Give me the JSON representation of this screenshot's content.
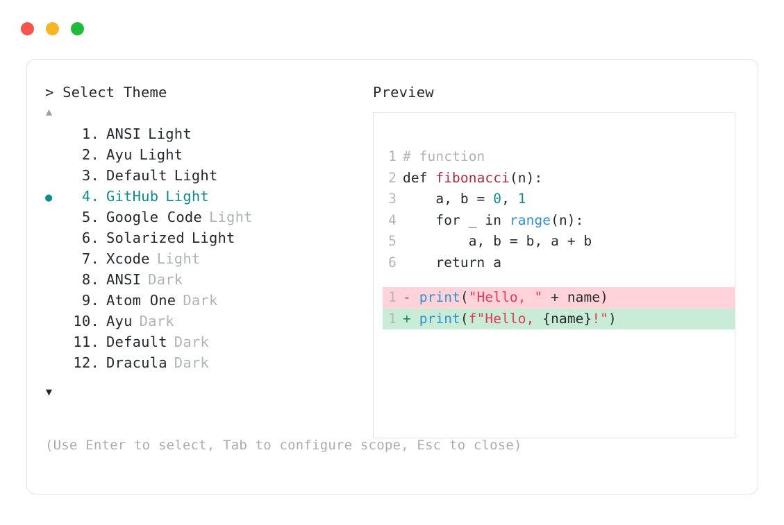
{
  "window": {
    "traffic_lights": [
      {
        "name": "close",
        "color": "#f4564f"
      },
      {
        "name": "minimize",
        "color": "#f7b525"
      },
      {
        "name": "maximize",
        "color": "#1fbb3a"
      }
    ]
  },
  "left": {
    "prompt": "> Select Theme",
    "scroll_up": "▲",
    "scroll_down": "▼",
    "selected_index": 4,
    "bullet": "●",
    "accent": "#0f8b8d",
    "items": [
      {
        "num": "1.",
        "name": "ANSI",
        "suffix": "Light",
        "suffix_dim": false,
        "selected": false
      },
      {
        "num": "2.",
        "name": "Ayu",
        "suffix": "Light",
        "suffix_dim": false,
        "selected": false
      },
      {
        "num": "3.",
        "name": "Default",
        "suffix": "Light",
        "suffix_dim": false,
        "selected": false
      },
      {
        "num": "4.",
        "name": "GitHub",
        "suffix": "Light",
        "suffix_dim": false,
        "selected": true
      },
      {
        "num": "5.",
        "name": "Google Code",
        "suffix": "Light",
        "suffix_dim": true,
        "selected": false
      },
      {
        "num": "6.",
        "name": "Solarized",
        "suffix": "Light",
        "suffix_dim": false,
        "selected": false
      },
      {
        "num": "7.",
        "name": "Xcode",
        "suffix": "Light",
        "suffix_dim": true,
        "selected": false
      },
      {
        "num": "8.",
        "name": "ANSI",
        "suffix": "Dark",
        "suffix_dim": true,
        "selected": false
      },
      {
        "num": "9.",
        "name": "Atom One",
        "suffix": "Dark",
        "suffix_dim": true,
        "selected": false
      },
      {
        "num": "10.",
        "name": "Ayu",
        "suffix": "Dark",
        "suffix_dim": true,
        "selected": false
      },
      {
        "num": "11.",
        "name": "Default",
        "suffix": "Dark",
        "suffix_dim": true,
        "selected": false
      },
      {
        "num": "12.",
        "name": "Dracula",
        "suffix": "Dark",
        "suffix_dim": true,
        "selected": false
      }
    ],
    "hint": "(Use Enter to select, Tab to configure scope, Esc to close)"
  },
  "preview": {
    "title": "Preview",
    "code_lines": [
      {
        "gutter": "1",
        "tokens": [
          {
            "t": "# function",
            "c": "t-comment"
          }
        ]
      },
      {
        "gutter": "2",
        "tokens": [
          {
            "t": "def ",
            "c": "t-keyword"
          },
          {
            "t": "fibonacci",
            "c": "t-func"
          },
          {
            "t": "(n):",
            "c": "t-plain"
          }
        ]
      },
      {
        "gutter": "3",
        "tokens": [
          {
            "t": "    a, b = ",
            "c": "t-plain"
          },
          {
            "t": "0",
            "c": "t-num"
          },
          {
            "t": ", ",
            "c": "t-plain"
          },
          {
            "t": "1",
            "c": "t-num"
          }
        ]
      },
      {
        "gutter": "4",
        "tokens": [
          {
            "t": "    for _ in ",
            "c": "t-plain"
          },
          {
            "t": "range",
            "c": "t-builtin"
          },
          {
            "t": "(n):",
            "c": "t-plain"
          }
        ]
      },
      {
        "gutter": "5",
        "tokens": [
          {
            "t": "        a, b = b, a + b",
            "c": "t-plain"
          }
        ]
      },
      {
        "gutter": "6",
        "tokens": [
          {
            "t": "    return a",
            "c": "t-plain"
          }
        ]
      }
    ],
    "diff_lines": [
      {
        "kind": "del",
        "gutter": "1",
        "sign": "-",
        "tokens": [
          {
            "t": "print",
            "c": "t-call"
          },
          {
            "t": "(",
            "c": "t-plain"
          },
          {
            "t": "\"Hello, \"",
            "c": "t-str"
          },
          {
            "t": " + name)",
            "c": "t-plain"
          }
        ]
      },
      {
        "kind": "add",
        "gutter": "1",
        "sign": "+",
        "tokens": [
          {
            "t": "print",
            "c": "t-call"
          },
          {
            "t": "(",
            "c": "t-plain"
          },
          {
            "t": "f\"Hello, ",
            "c": "t-str"
          },
          {
            "t": "{name}",
            "c": "t-plain"
          },
          {
            "t": "!\"",
            "c": "t-str"
          },
          {
            "t": ")",
            "c": "t-plain"
          }
        ]
      }
    ],
    "diff_colors": {
      "deleted_bg": "#ffd3d7",
      "added_bg": "#c8ecd6"
    }
  }
}
